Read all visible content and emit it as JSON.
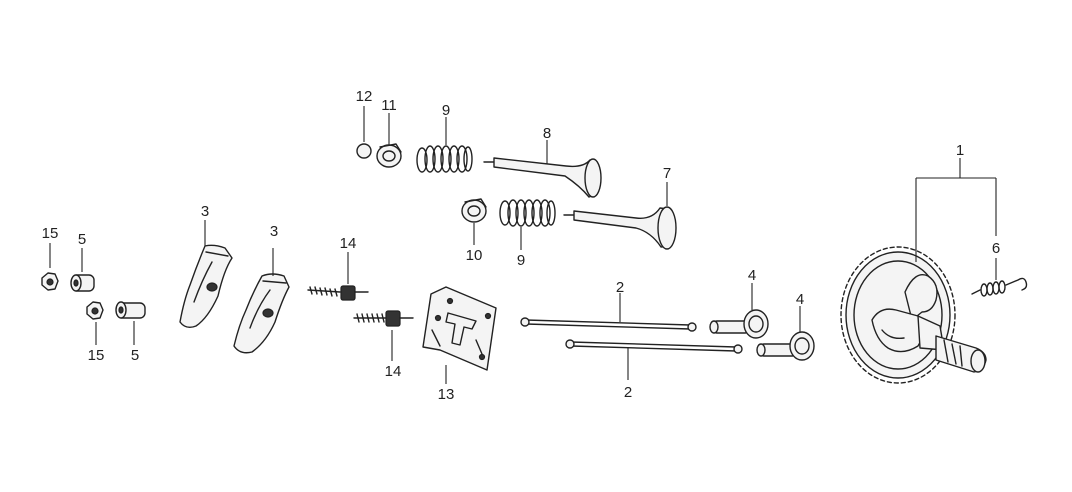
{
  "diagram": {
    "labels": {
      "l1": "1",
      "l2a": "2",
      "l2b": "2",
      "l3a": "3",
      "l3b": "3",
      "l4a": "4",
      "l4b": "4",
      "l5a": "5",
      "l5b": "5",
      "l6": "6",
      "l7": "7",
      "l8": "8",
      "l9a": "9",
      "l9b": "9",
      "l10": "10",
      "l11": "11",
      "l12": "12",
      "l13": "13",
      "l14a": "14",
      "l14b": "14",
      "l15a": "15",
      "l15b": "15"
    }
  }
}
